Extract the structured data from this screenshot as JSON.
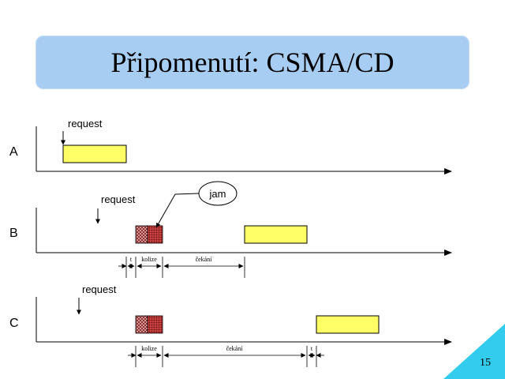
{
  "title": "Připomenutí: CSMA/CD",
  "slide_number": "15",
  "rows": [
    {
      "label": "A",
      "request": "request"
    },
    {
      "label": "B",
      "request": "request"
    },
    {
      "label": "C",
      "request": "request"
    }
  ],
  "callout": "jam",
  "timing_b": {
    "t": "t",
    "collision": "kolize",
    "wait": "čekání"
  },
  "timing_c": {
    "collision": "kolize",
    "wait": "čekání",
    "t": "t"
  },
  "colors": {
    "title_bg": "#a8cdf2",
    "frame_fill": "#ffff66",
    "collision_fill": "#cc6666",
    "corner": "#33ccee"
  }
}
